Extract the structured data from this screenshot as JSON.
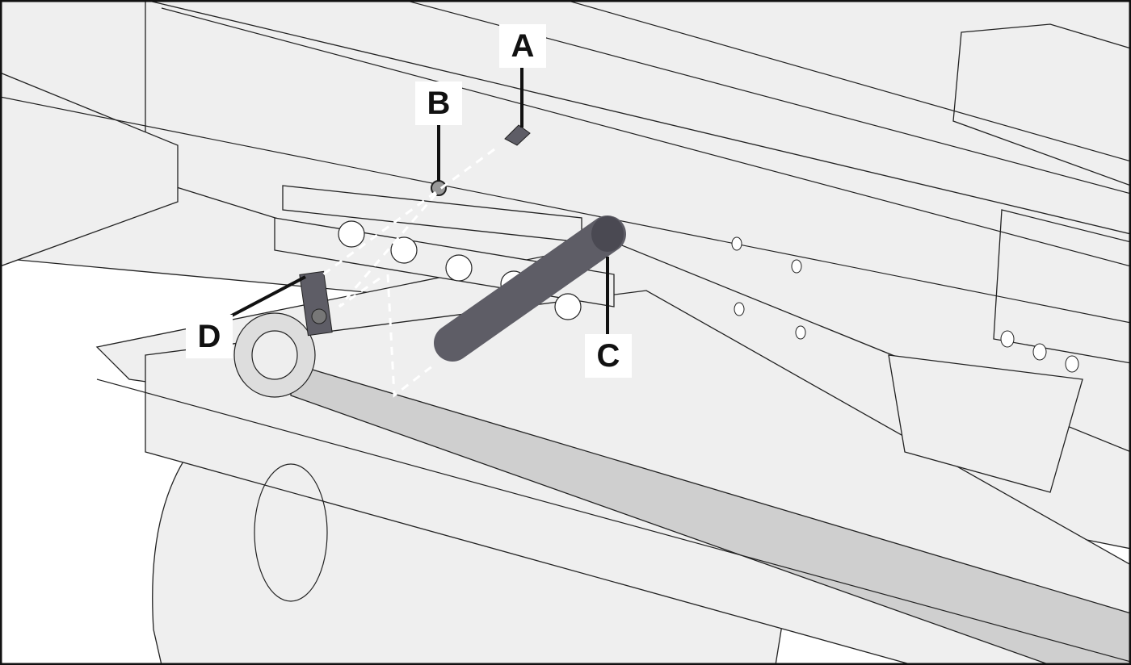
{
  "figure": {
    "callouts": [
      {
        "id": "A",
        "label": "A"
      },
      {
        "id": "B",
        "label": "B"
      },
      {
        "id": "C",
        "label": "C"
      },
      {
        "id": "D",
        "label": "D"
      }
    ]
  },
  "colors": {
    "background": "#efefef",
    "line": "#222222",
    "pin": "#5e5d66",
    "rail": "#cfcfcf"
  }
}
